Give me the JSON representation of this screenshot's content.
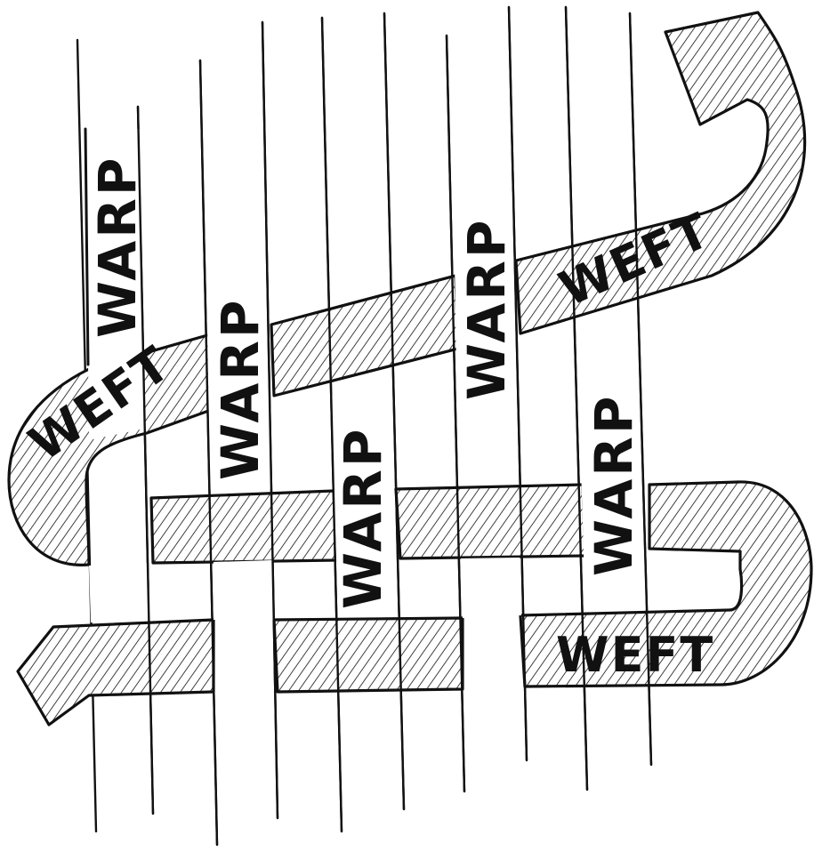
{
  "diagram": {
    "warp_labels": [
      "WARP",
      "WARP",
      "WARP",
      "WARP",
      "WARP"
    ],
    "weft_labels": [
      "WEFT",
      "WEFT",
      "WEFT"
    ],
    "colors": {
      "ink": "#111111",
      "paper": "#ffffff"
    },
    "icons": [
      "weft-arrow-head"
    ]
  }
}
